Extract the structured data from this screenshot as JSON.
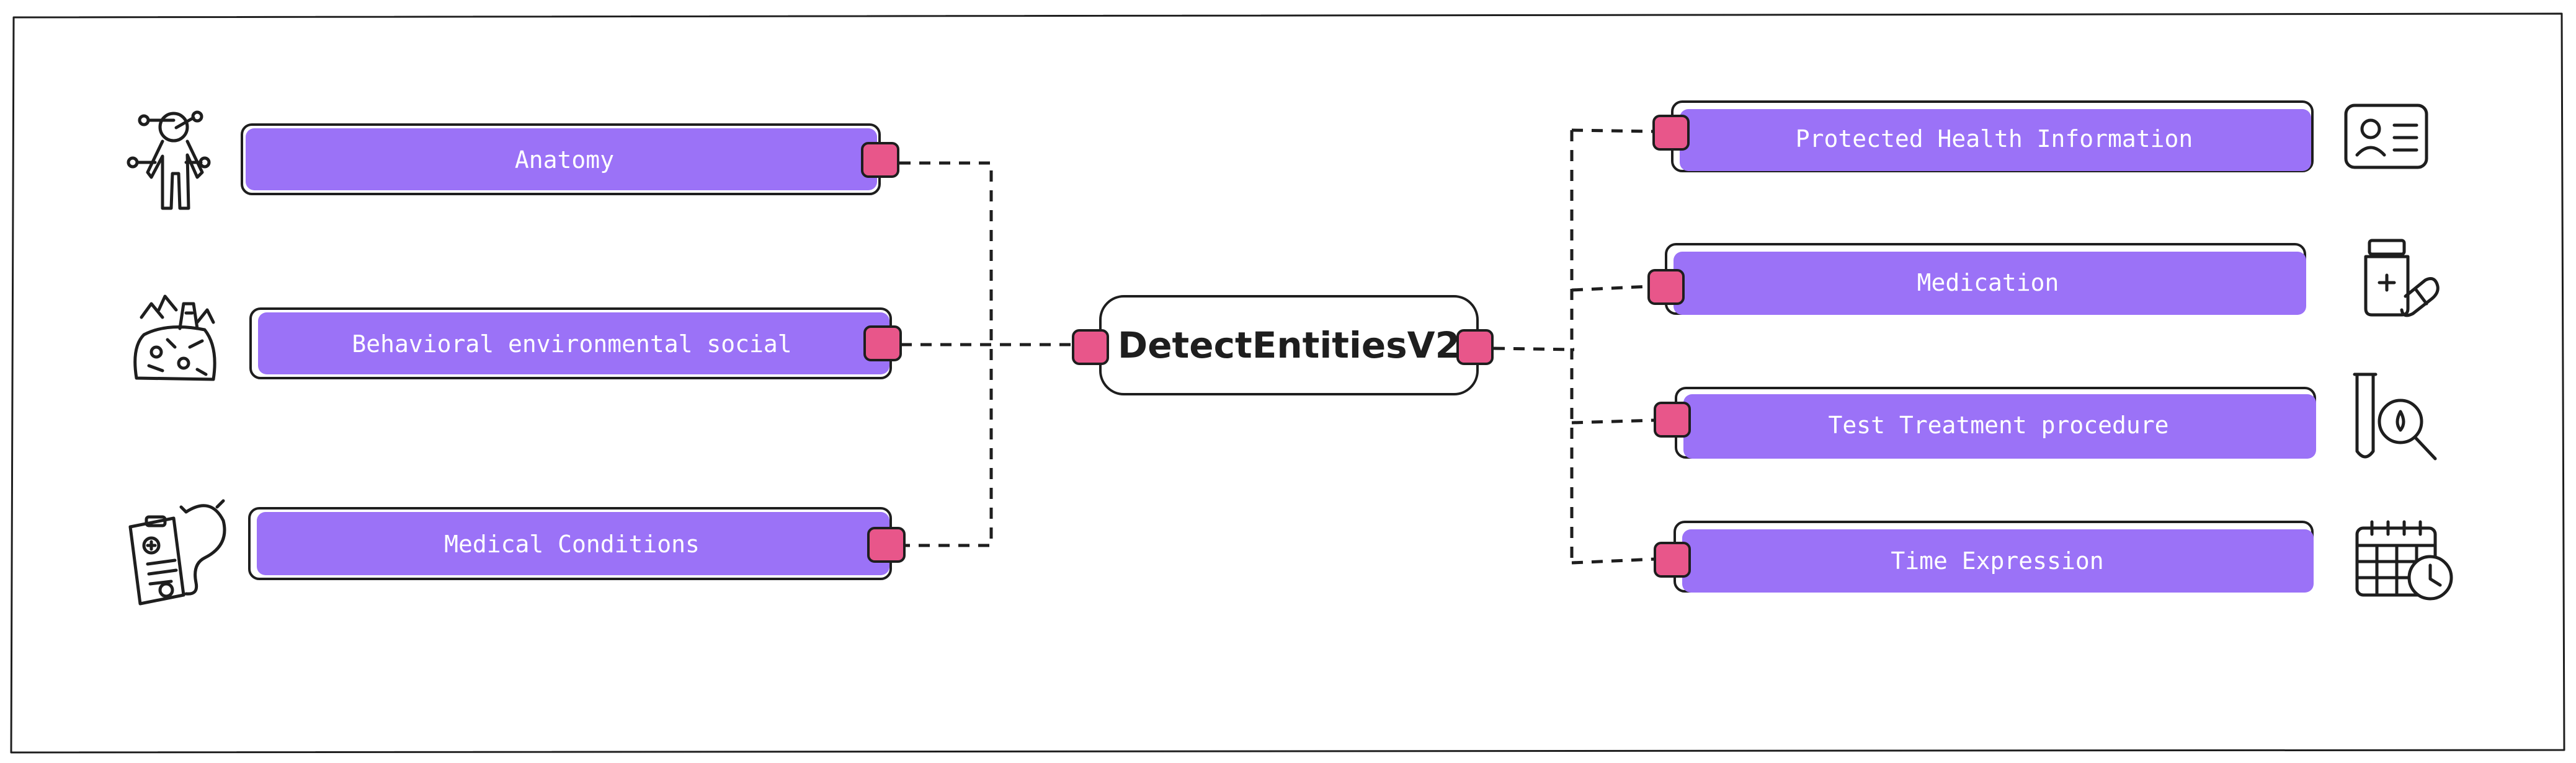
{
  "center": {
    "label": "DetectEntitiesV2"
  },
  "left_entities": [
    {
      "label": "Anatomy",
      "icon": "anatomy-icon"
    },
    {
      "label": "Behavioral environmental social",
      "icon": "behavioral-environmental-social-icon"
    },
    {
      "label": "Medical Conditions",
      "icon": "medical-conditions-icon"
    }
  ],
  "right_entities": [
    {
      "label": "Protected Health Information",
      "icon": "id-card-icon"
    },
    {
      "label": "Medication",
      "icon": "medication-icon"
    },
    {
      "label": "Test Treatment procedure",
      "icon": "test-tube-icon"
    },
    {
      "label": "Time Expression",
      "icon": "calendar-clock-icon"
    }
  ],
  "colors": {
    "pill": "#9b72f7",
    "connector": "#e8568a",
    "ink": "#1e1e1e"
  }
}
